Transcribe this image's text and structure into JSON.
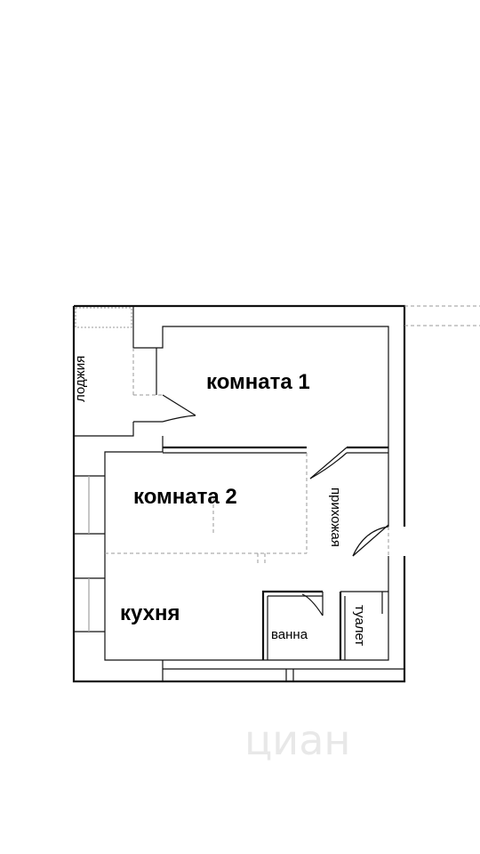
{
  "rooms": {
    "room1": "комната 1",
    "room2": "комната 2",
    "kitchen": "кухня",
    "loggia": "лоджия",
    "hallway": "прихожая",
    "bathroom": "ванна",
    "toilet": "туалет"
  },
  "watermark": "циан"
}
